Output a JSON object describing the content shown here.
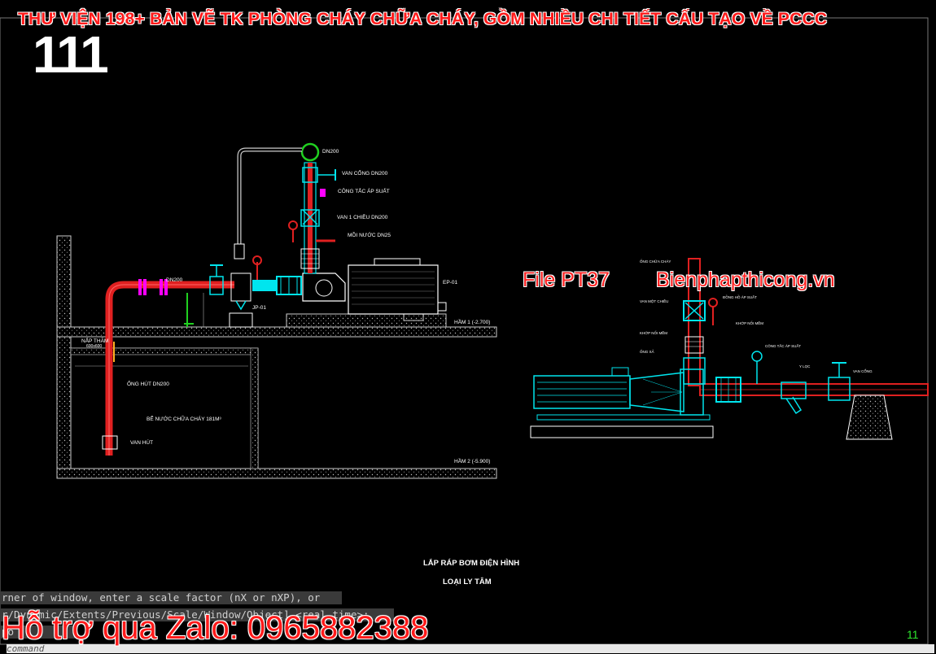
{
  "header": {
    "banner": "THƯ VIỆN 198+ BẢN VẼ TK PHÒNG CHÁY CHỮA CHÁY, GỒM NHIỀU CHI TIẾT CẤU TẠO VỀ PCCC",
    "number": "111"
  },
  "watermark": {
    "file_id": "File PT37",
    "site": "Bienphapthicong.vn"
  },
  "drawing_left": {
    "dn200_top": "DN200",
    "valve_label": "VAN CỔNG DN200",
    "pressure_switch": "CÔNG TẮC ÁP SUẤT",
    "check_valve": "VAN 1 CHIỀU DN200",
    "priming": "MỒI NƯỚC DN25",
    "dn200_side": "DN200",
    "ep": "EP-01",
    "jp": "JP-01",
    "level1": "HẦM 1 (-2.700)",
    "lid": "NẮP THĂM",
    "lid2": "600x600",
    "suction": "ỐNG HÚT DN200",
    "tank": "BỂ NƯỚC CHỮA CHÁY 181M³",
    "foot_valve": "VAN HÚT",
    "level2": "HẦM 2 (-5.900)"
  },
  "drawing_right": {
    "l1": "ỐNG CHỮA CHÁY",
    "l2": "VAN MỘT CHIỀU",
    "l3": "ĐỒNG HỒ ÁP SUẤT",
    "l4": "KHỚP NỐI MỀM",
    "l5": "KHỚP NỐI MỀM",
    "l6": "ỐNG XẢ",
    "l7": "CÔNG TẮC ÁP SUẤT",
    "l8": "Y LỌC",
    "l9": "VAN CỔNG"
  },
  "title_block": {
    "line1": "LẮP RÁP BƠM ĐIỆN HÌNH",
    "line2": "LOẠI LY TÂM"
  },
  "command_line": {
    "line1": "rner of window, enter a scale factor (nX or nXP), or",
    "line2": "r/Dynamic/Extents/Previous/Scale/Window/Object] <real time>:",
    "line3": "po",
    "input": "command"
  },
  "support": "Hỗ trợ qua Zalo: 0965882388",
  "page_number": "11",
  "colors": {
    "background": "#000000",
    "pipe_red": "#e02020",
    "cyan": "#00e5ee",
    "magenta": "#ff00ff",
    "green": "#20d020"
  }
}
